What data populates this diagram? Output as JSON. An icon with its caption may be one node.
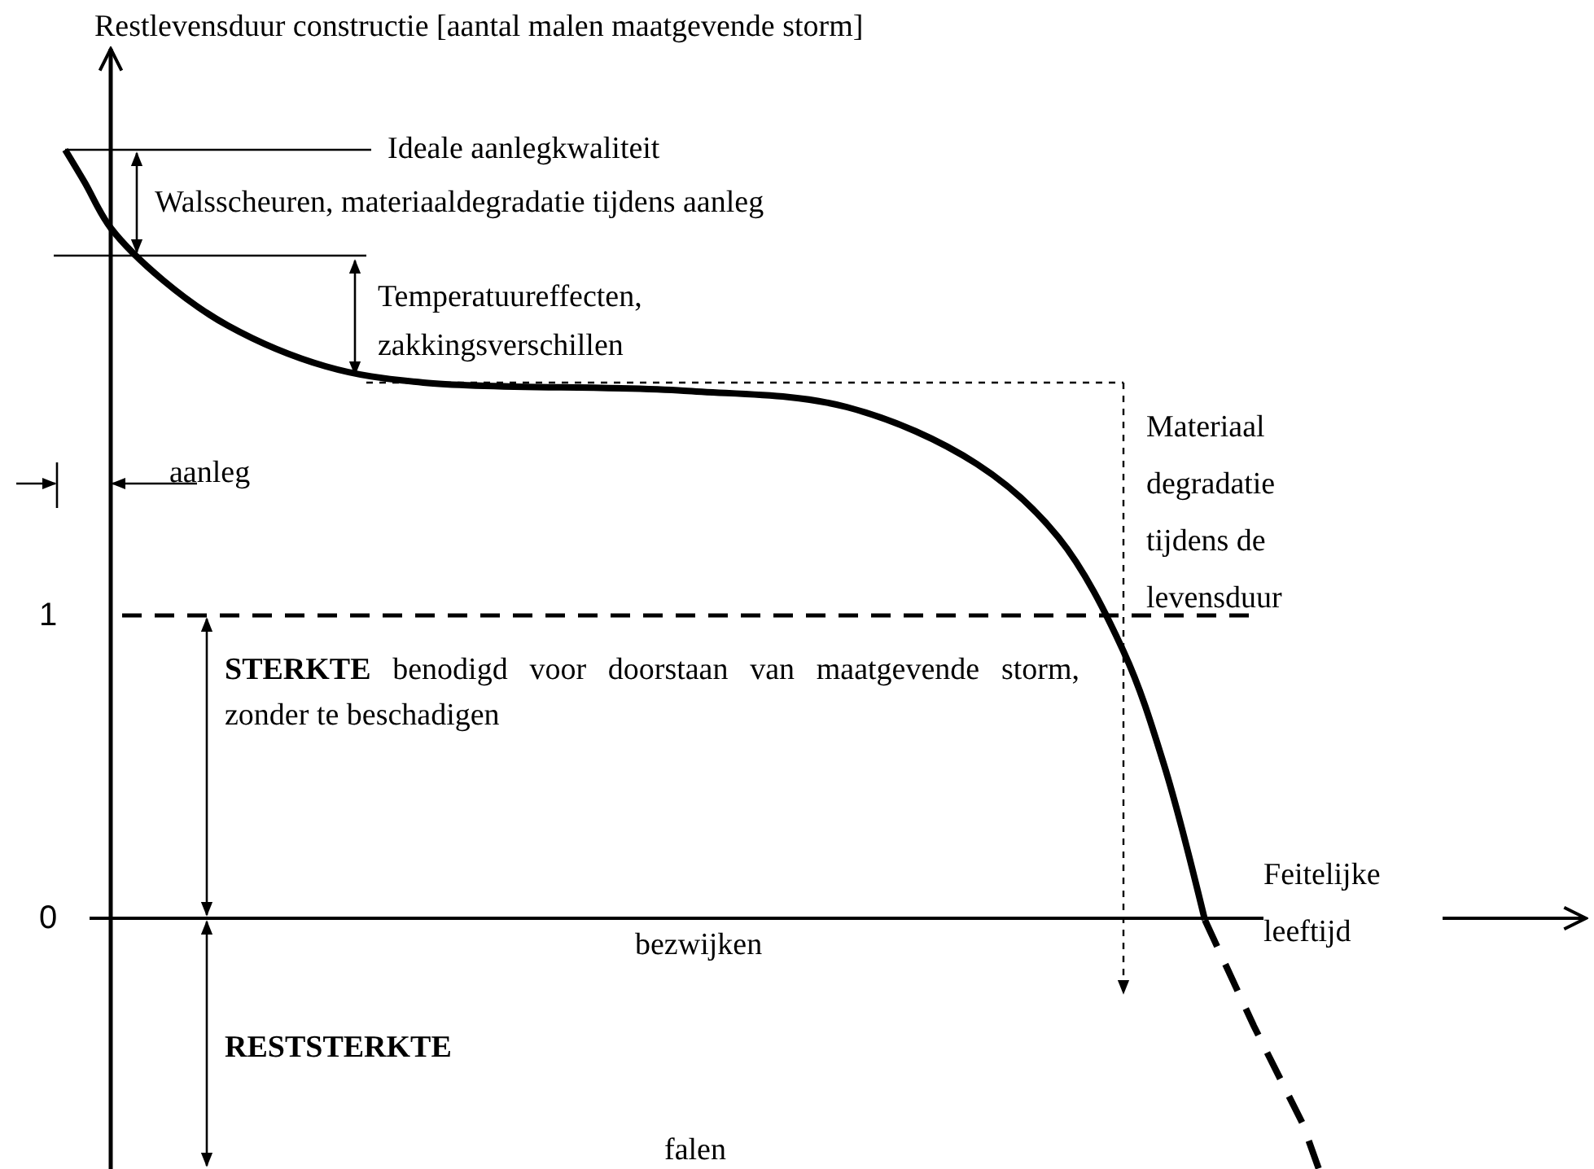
{
  "diagram": {
    "labels": [
      "Restlevensduur constructie [aantal malen maatgevende storm]",
      "Ideale aanlegkwaliteit",
      "Walsscheuren, materiaaldegradatie tijdens aanleg",
      "Temperatuureffecten, zakkingsverschillen",
      "Materiaal degradatie tijdens de levensduur",
      "aanleg",
      "1",
      "**STERKTE** benodigd voor doorstaan van maatgevende storm, zonder te beschadigen",
      "0",
      "Feitelijke leeftijd",
      "bezwijken",
      "RESTSTERKTE",
      "falen"
    ]
  }
}
